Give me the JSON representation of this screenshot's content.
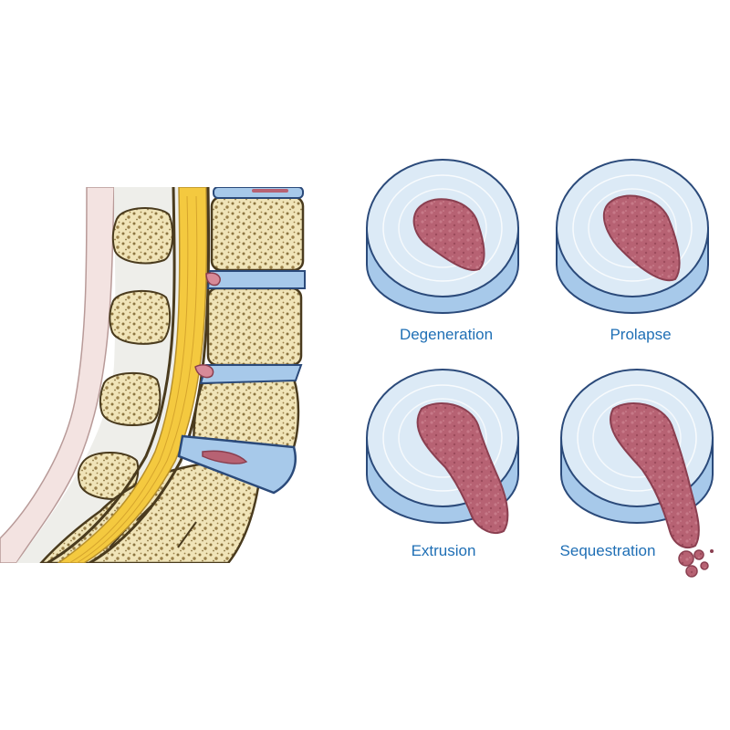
{
  "stages": [
    {
      "label": "Degeneration"
    },
    {
      "label": "Prolapse"
    },
    {
      "label": "Extrusion"
    },
    {
      "label": "Sequestration"
    }
  ],
  "colors": {
    "label": "#1f6fb5",
    "annulus_top": "#dceaf6",
    "annulus_side": "#a7c9ea",
    "annulus_stroke": "#2b4a7a",
    "nucleus": "#b76273",
    "nucleus_dark": "#8a3f50",
    "bone": "#f0e4b8",
    "bone_stroke": "#4a3b1e",
    "bone_pore": "#8c7440",
    "spinal_cord": "#f4c93f",
    "soft_tissue": "#f3e3e1"
  }
}
